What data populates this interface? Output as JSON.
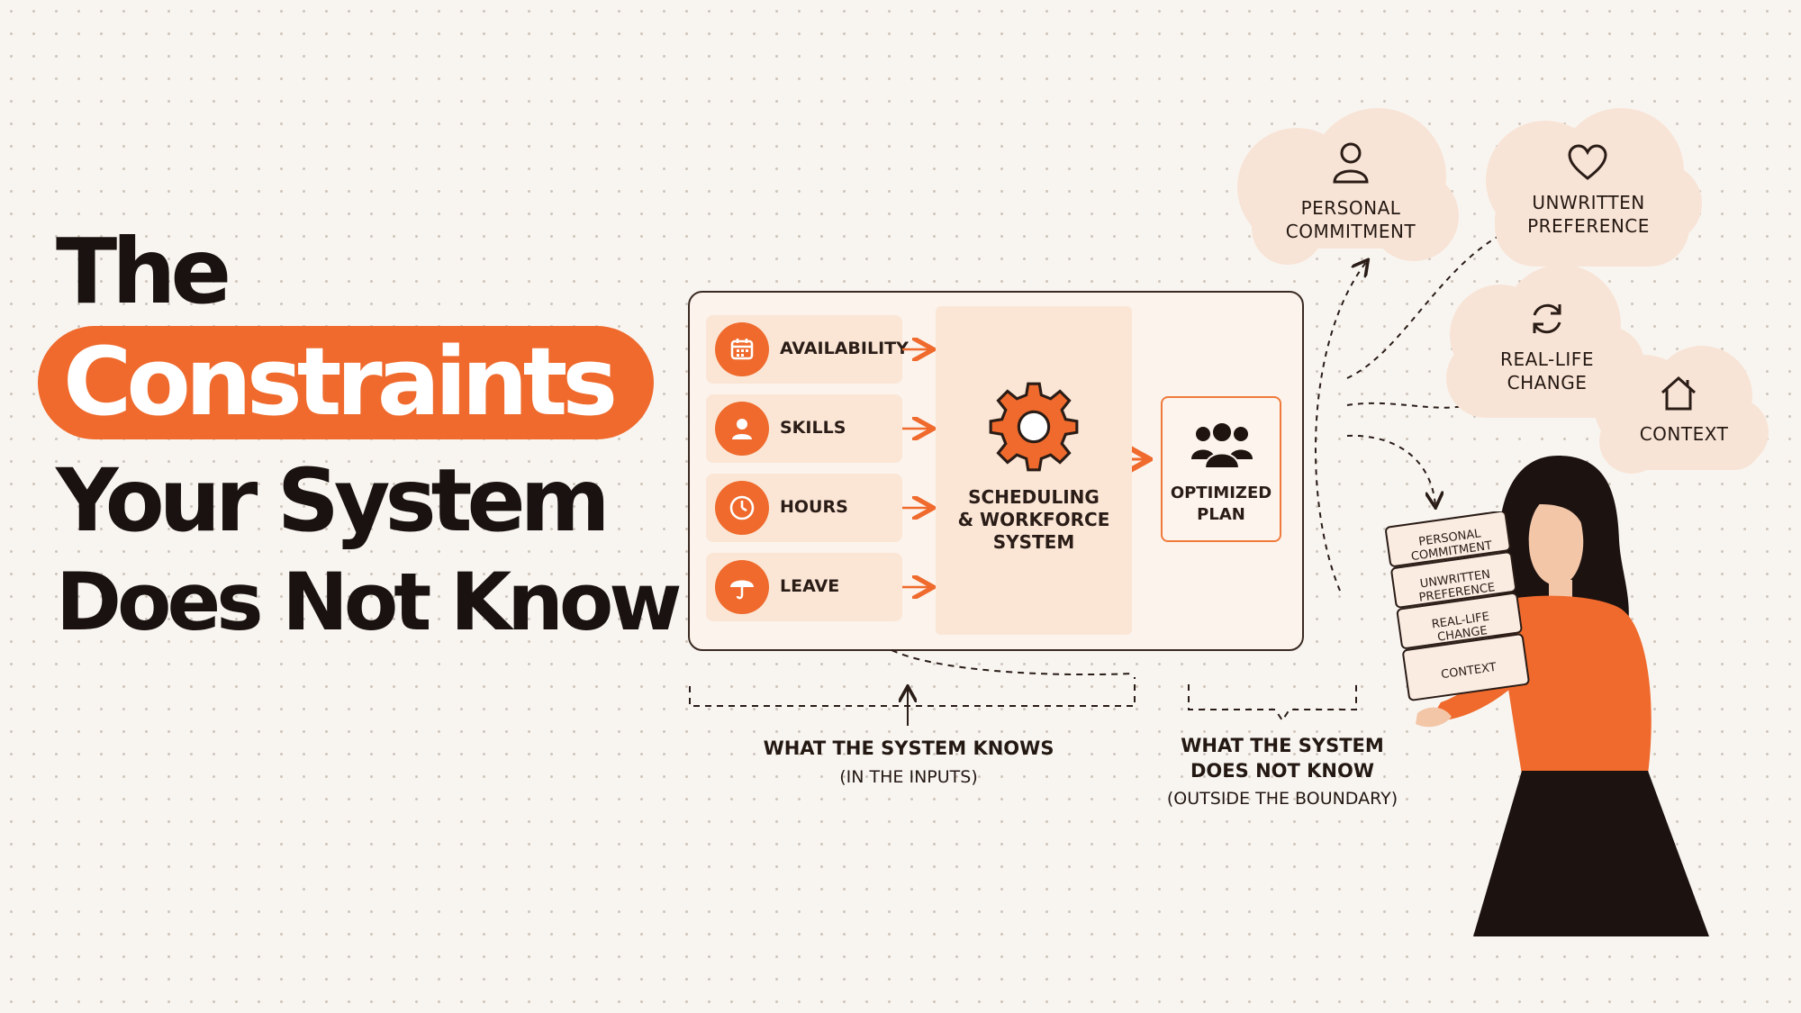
{
  "title": {
    "line1": "The",
    "highlight": "Constraints",
    "line3": "Your System",
    "line4": "Does Not Know"
  },
  "inputs": [
    {
      "label": "AVAILABILITY",
      "icon": "calendar-icon"
    },
    {
      "label": "SKILLS",
      "icon": "person-icon"
    },
    {
      "label": "HOURS",
      "icon": "clock-icon"
    },
    {
      "label": "LEAVE",
      "icon": "umbrella-icon"
    }
  ],
  "system": {
    "label_line1": "SCHEDULING",
    "label_line2": "& WORKFORCE",
    "label_line3": "SYSTEM"
  },
  "plan": {
    "label_line1": "OPTIMIZED",
    "label_line2": "PLAN"
  },
  "knows_caption": {
    "main": "WHAT THE SYSTEM KNOWS",
    "sub": "(IN THE INPUTS)"
  },
  "unknown_caption": {
    "main_line1": "WHAT THE SYSTEM",
    "main_line2": "DOES NOT KNOW",
    "sub": "(OUTSIDE THE BOUNDARY)"
  },
  "clouds": [
    {
      "line1": "PERSONAL",
      "line2": "COMMITMENT",
      "icon": "person-outline-icon"
    },
    {
      "line1": "UNWRITTEN",
      "line2": "PREFERENCE",
      "icon": "heart-icon"
    },
    {
      "line1": "REAL-LIFE",
      "line2": "CHANGE",
      "icon": "refresh-icon"
    },
    {
      "line1": "CONTEXT",
      "line2": "",
      "icon": "house-icon"
    }
  ],
  "held_cards": [
    {
      "line1": "PERSONAL",
      "line2": "COMMITMENT"
    },
    {
      "line1": "UNWRITTEN",
      "line2": "PREFERENCE"
    },
    {
      "line1": "REAL-LIFE",
      "line2": "CHANGE"
    },
    {
      "line1": "CONTEXT",
      "line2": ""
    }
  ],
  "colors": {
    "accent": "#ef6a2c",
    "dark": "#1a1210",
    "panel": "#fbe6d6",
    "cloud": "#f8e4d6"
  }
}
